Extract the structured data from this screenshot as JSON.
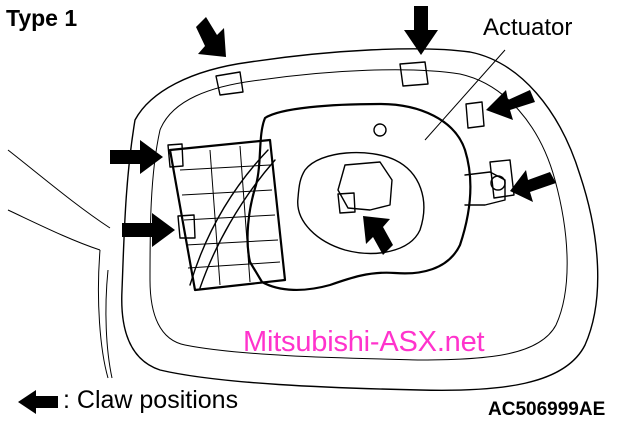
{
  "diagram": {
    "type_label": "Type 1",
    "callout": "Actuator",
    "watermark": "Mitsubishi-ASX.net",
    "legend": {
      "icon": "arrow-left-icon",
      "text": ": Claw positions"
    },
    "code": "AC506999AE"
  },
  "colors": {
    "line": "#000000",
    "watermark": "#ff33cc",
    "background": "#ffffff"
  }
}
